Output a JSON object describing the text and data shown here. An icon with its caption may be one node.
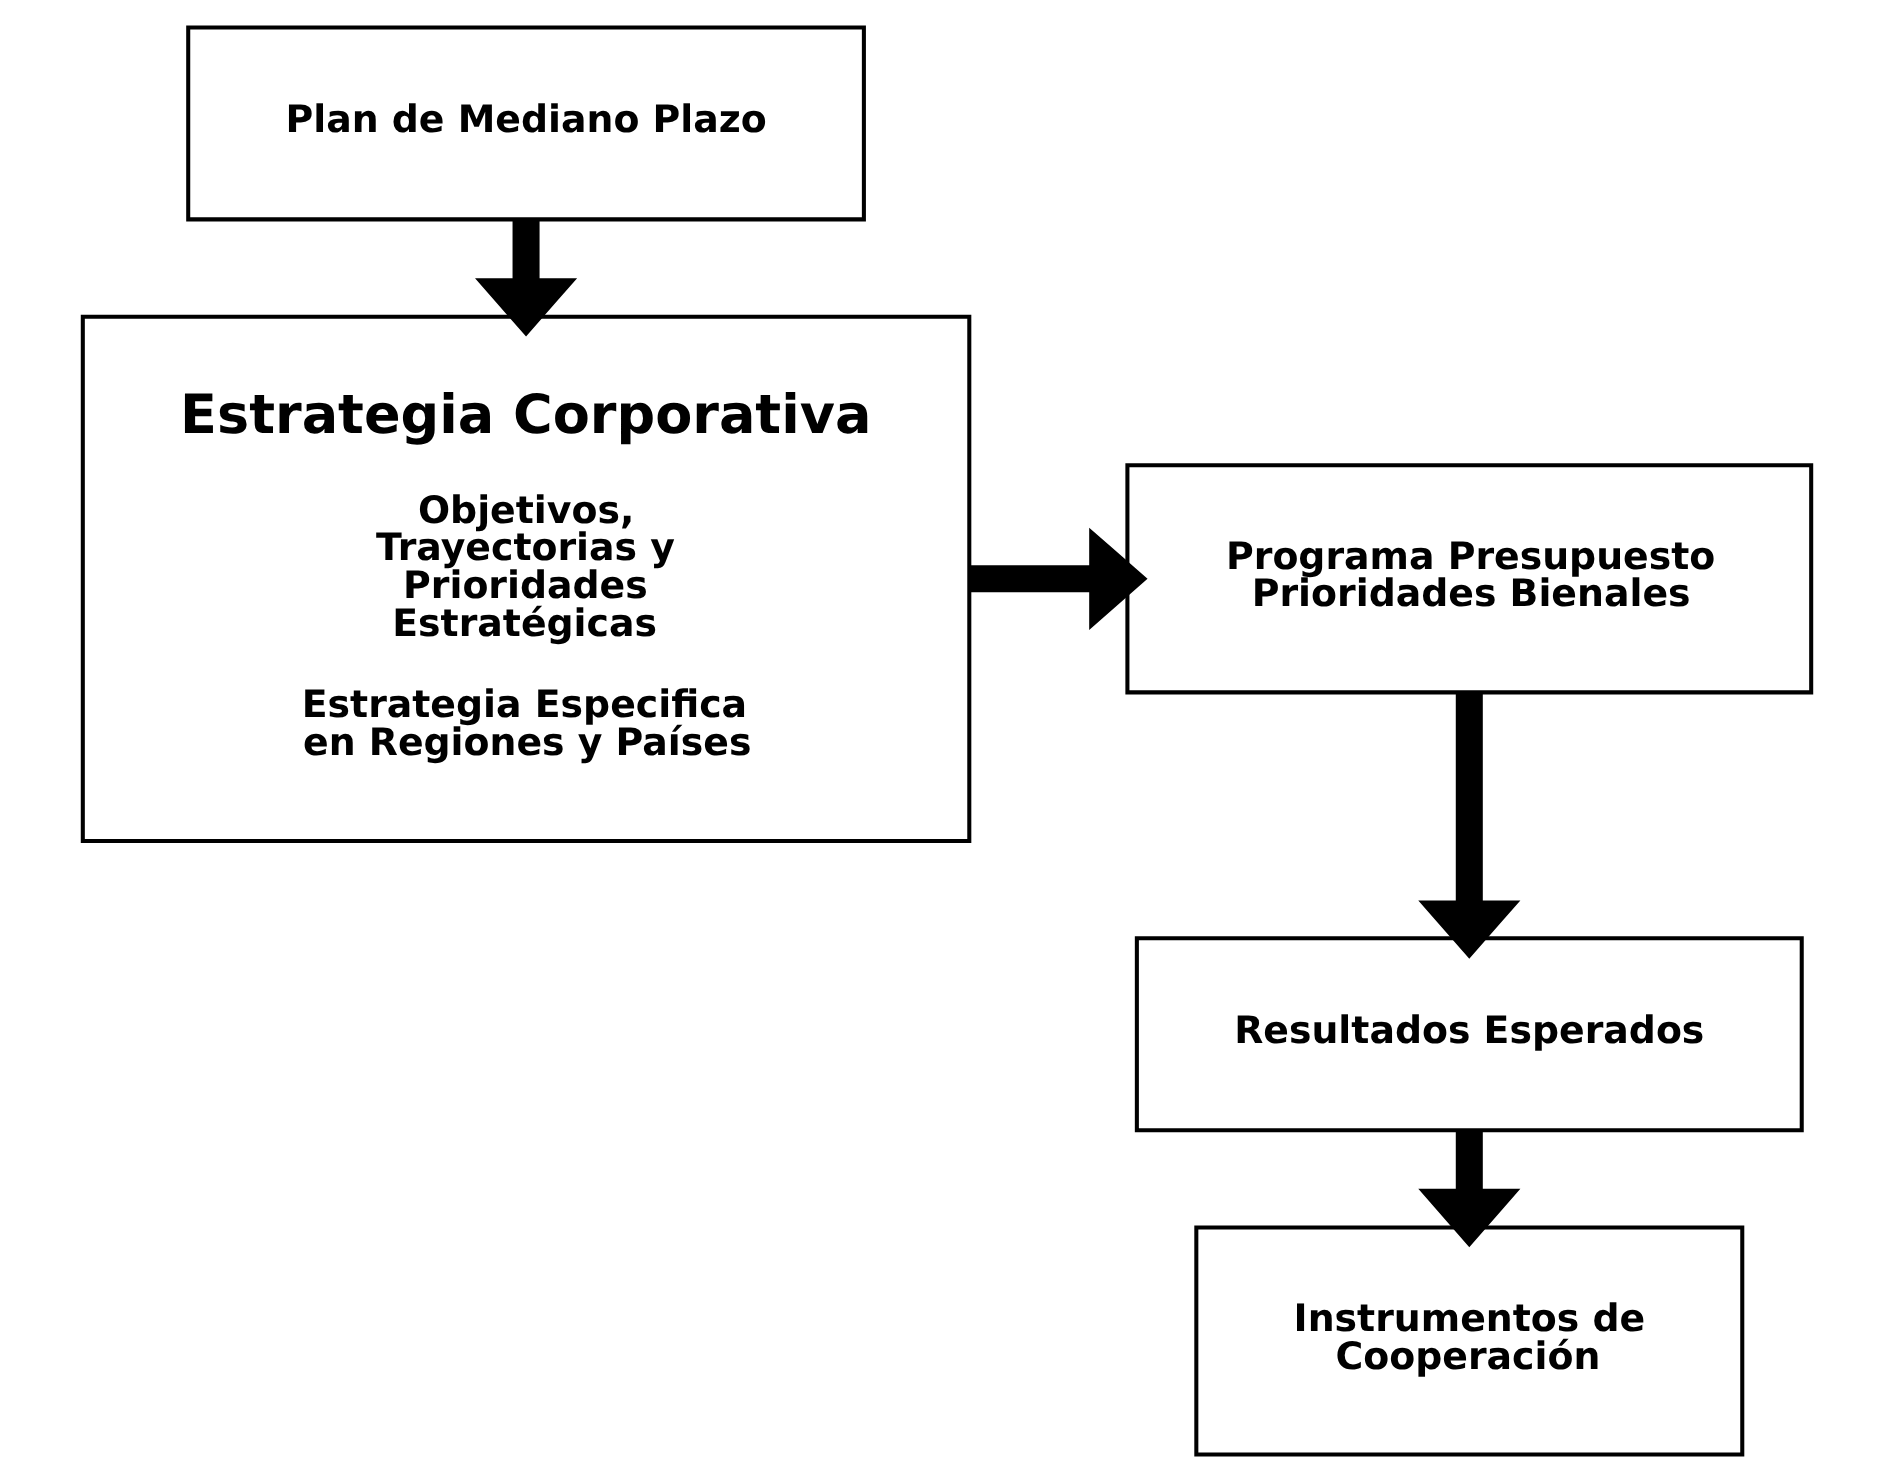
{
  "diagram": {
    "nodes": [
      {
        "text": [
          "Plan de Mediano Plazo"
        ]
      },
      {
        "text": [
          "Estrategia Corporativa",
          "Objetivos, Trayectorias y Prioridades Estratégicas",
          "Estrategia Especifica en Regiones y Países"
        ]
      },
      {
        "text": [
          "Programa Presupuesto Prioridades Bienales"
        ]
      },
      {
        "text": [
          "Resultados Esperados"
        ]
      },
      {
        "text": [
          "Instrumentos de Cooperación"
        ]
      }
    ],
    "edges": [
      {
        "from": 0,
        "to": 1,
        "arrow": "to"
      },
      {
        "from": 1,
        "to": 2,
        "arrow": "to"
      },
      {
        "from": 2,
        "to": 3,
        "arrow": "to"
      },
      {
        "from": 3,
        "to": 4,
        "arrow": "to"
      }
    ]
  }
}
